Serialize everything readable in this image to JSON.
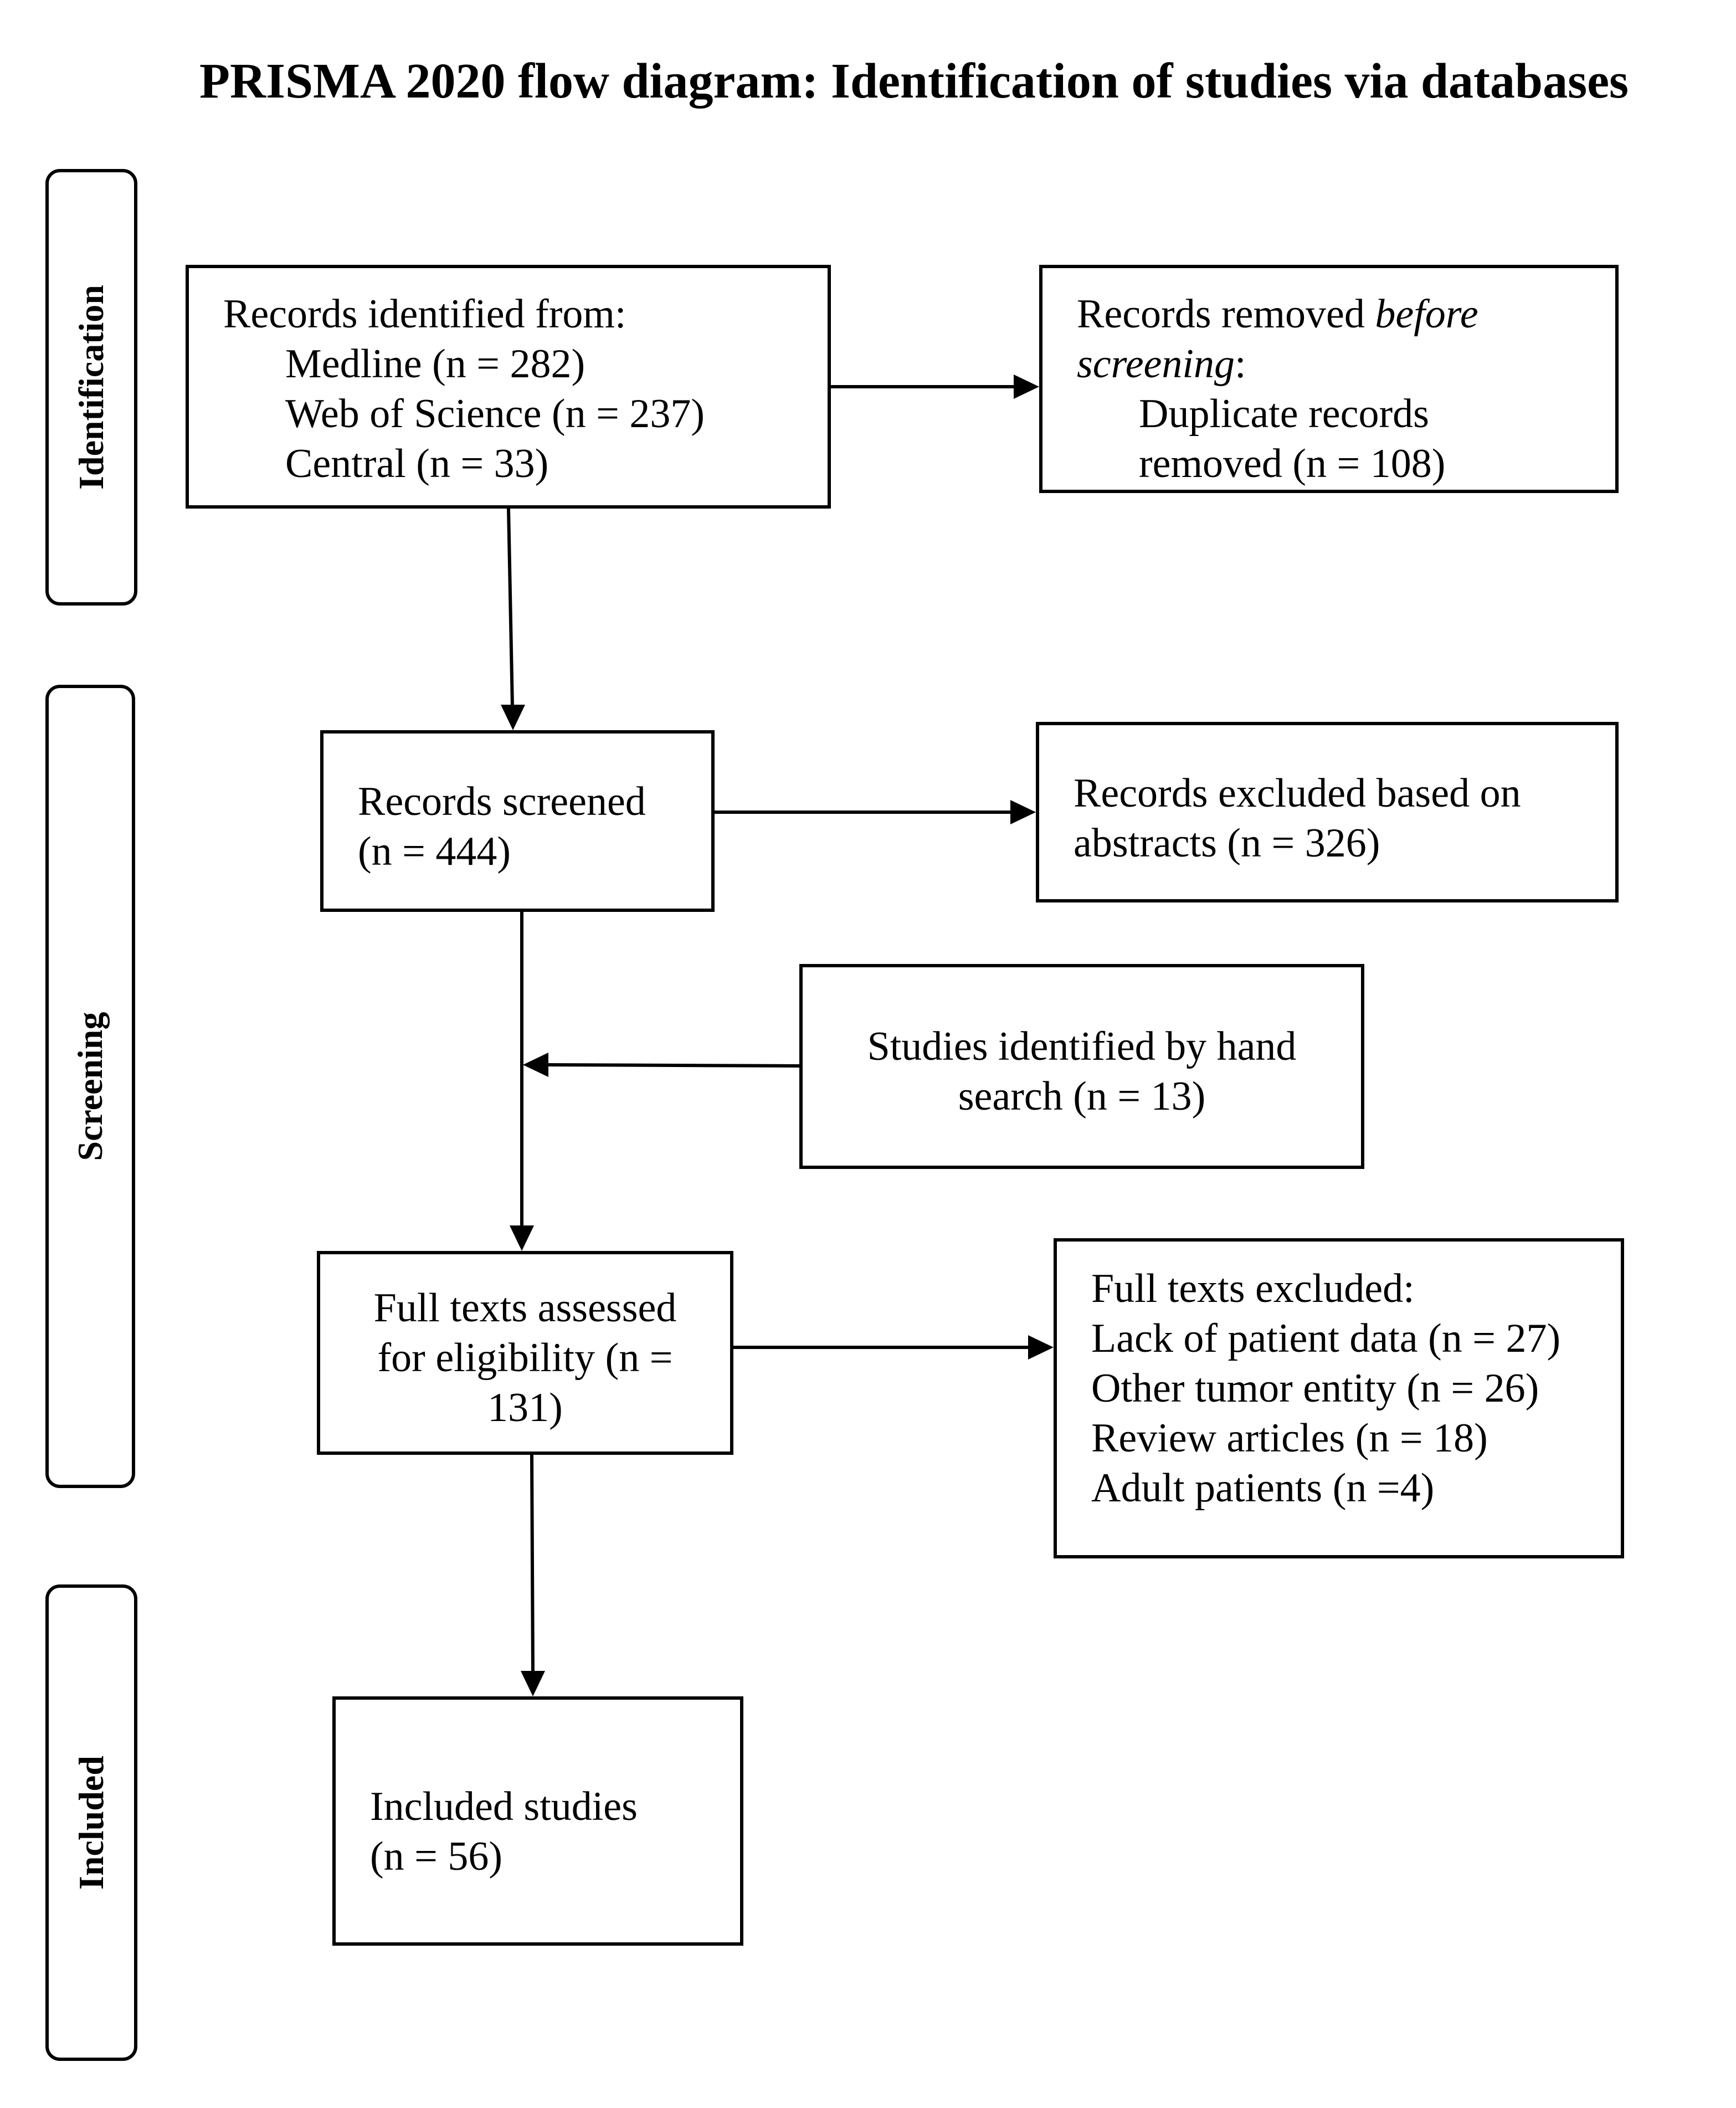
{
  "title": "PRISMA 2020 flow diagram: Identification of studies via databases",
  "phases": {
    "identification": "Identification",
    "screening": "Screening",
    "included": "Included"
  },
  "identified": {
    "heading": "Records identified from:",
    "sources": [
      "Medline (n = 282)",
      "Web of Science (n = 237)",
      "Central (n = 33)"
    ]
  },
  "removed": {
    "line1_prefix": "Records removed ",
    "line1_italic": "before",
    "line2_italic": "screening",
    "line2_suffix": ":",
    "detail_line1": "Duplicate records",
    "detail_line2": "removed (n = 108)"
  },
  "screened": {
    "line1": "Records screened",
    "line2": "(n = 444)"
  },
  "excluded_abstracts": {
    "line1": "Records excluded based on",
    "line2": "abstracts (n = 326)"
  },
  "hand_search": {
    "line1": "Studies identified by hand",
    "line2": "search (n = 13)"
  },
  "fulltext": {
    "line1": "Full texts assessed",
    "line2": "for eligibility (n =",
    "line3": "131)"
  },
  "fulltext_excluded": {
    "heading": "Full texts excluded:",
    "reasons": [
      "Lack of patient data (n = 27)",
      "Other tumor entity (n = 26)",
      "Review articles (n = 18)",
      "Adult patients (n =4)"
    ]
  },
  "included": {
    "line1": "Included studies",
    "line2": "(n = 56)"
  }
}
